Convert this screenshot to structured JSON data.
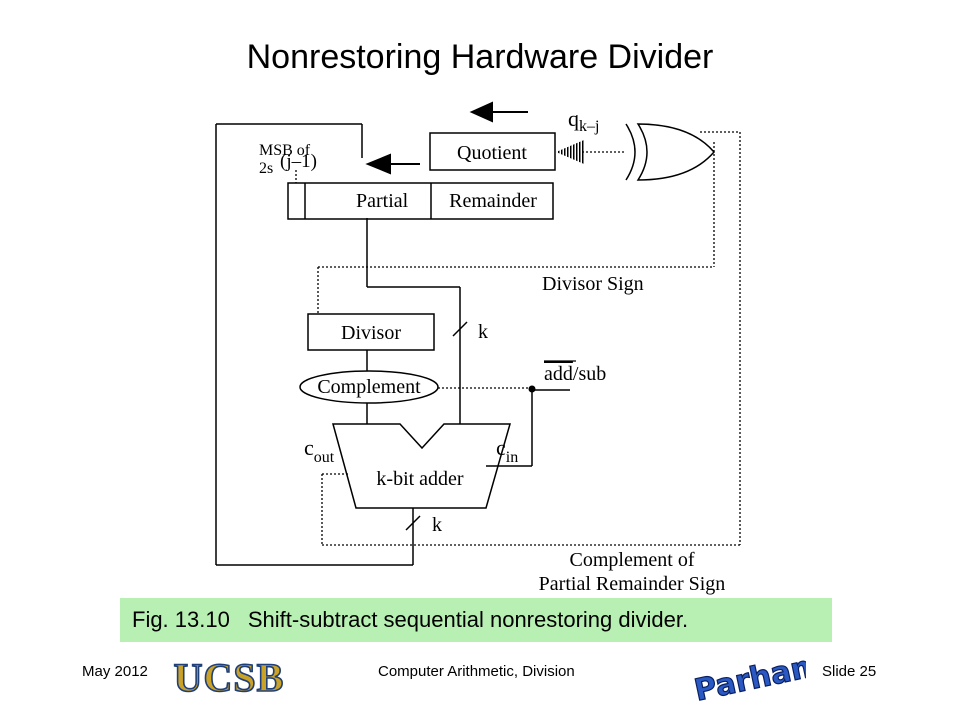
{
  "slide": {
    "title": "Nonrestoring Hardware Divider",
    "caption_fig": "Fig. 13.10",
    "caption_text": "Shift-subtract sequential nonrestoring divider.",
    "footer_date": "May 2012",
    "footer_course": "Computer Arithmetic, Division",
    "footer_slide": "Slide 25",
    "logo_ucsb_text": "UCSB",
    "logo_signature_text": "B Parhami"
  },
  "diagram": {
    "quotient": "Quotient",
    "q_base": "q",
    "q_sub": "k–j",
    "msb_line1": "MSB of",
    "msb_2s": "2s",
    "msb_j": "(j–1)",
    "partial": "Partial",
    "remainder": "Remainder",
    "divisor_sign": "Divisor Sign",
    "divisor": "Divisor",
    "k_top": "k",
    "complement": "Complement",
    "add_label": "add",
    "sub_label": "/sub",
    "c_out_base": "c",
    "c_out_sub": "out",
    "c_in_base": "c",
    "c_in_sub": "in",
    "adder": "k-bit adder",
    "k_bottom": "k",
    "comp_line1": "Complement of",
    "comp_line2": "Partial Remainder Sign"
  },
  "colors": {
    "caption_bg": "#b8f0b3",
    "ucsb_gold": "#c9a227",
    "ucsb_blue": "#1f3f7a"
  }
}
